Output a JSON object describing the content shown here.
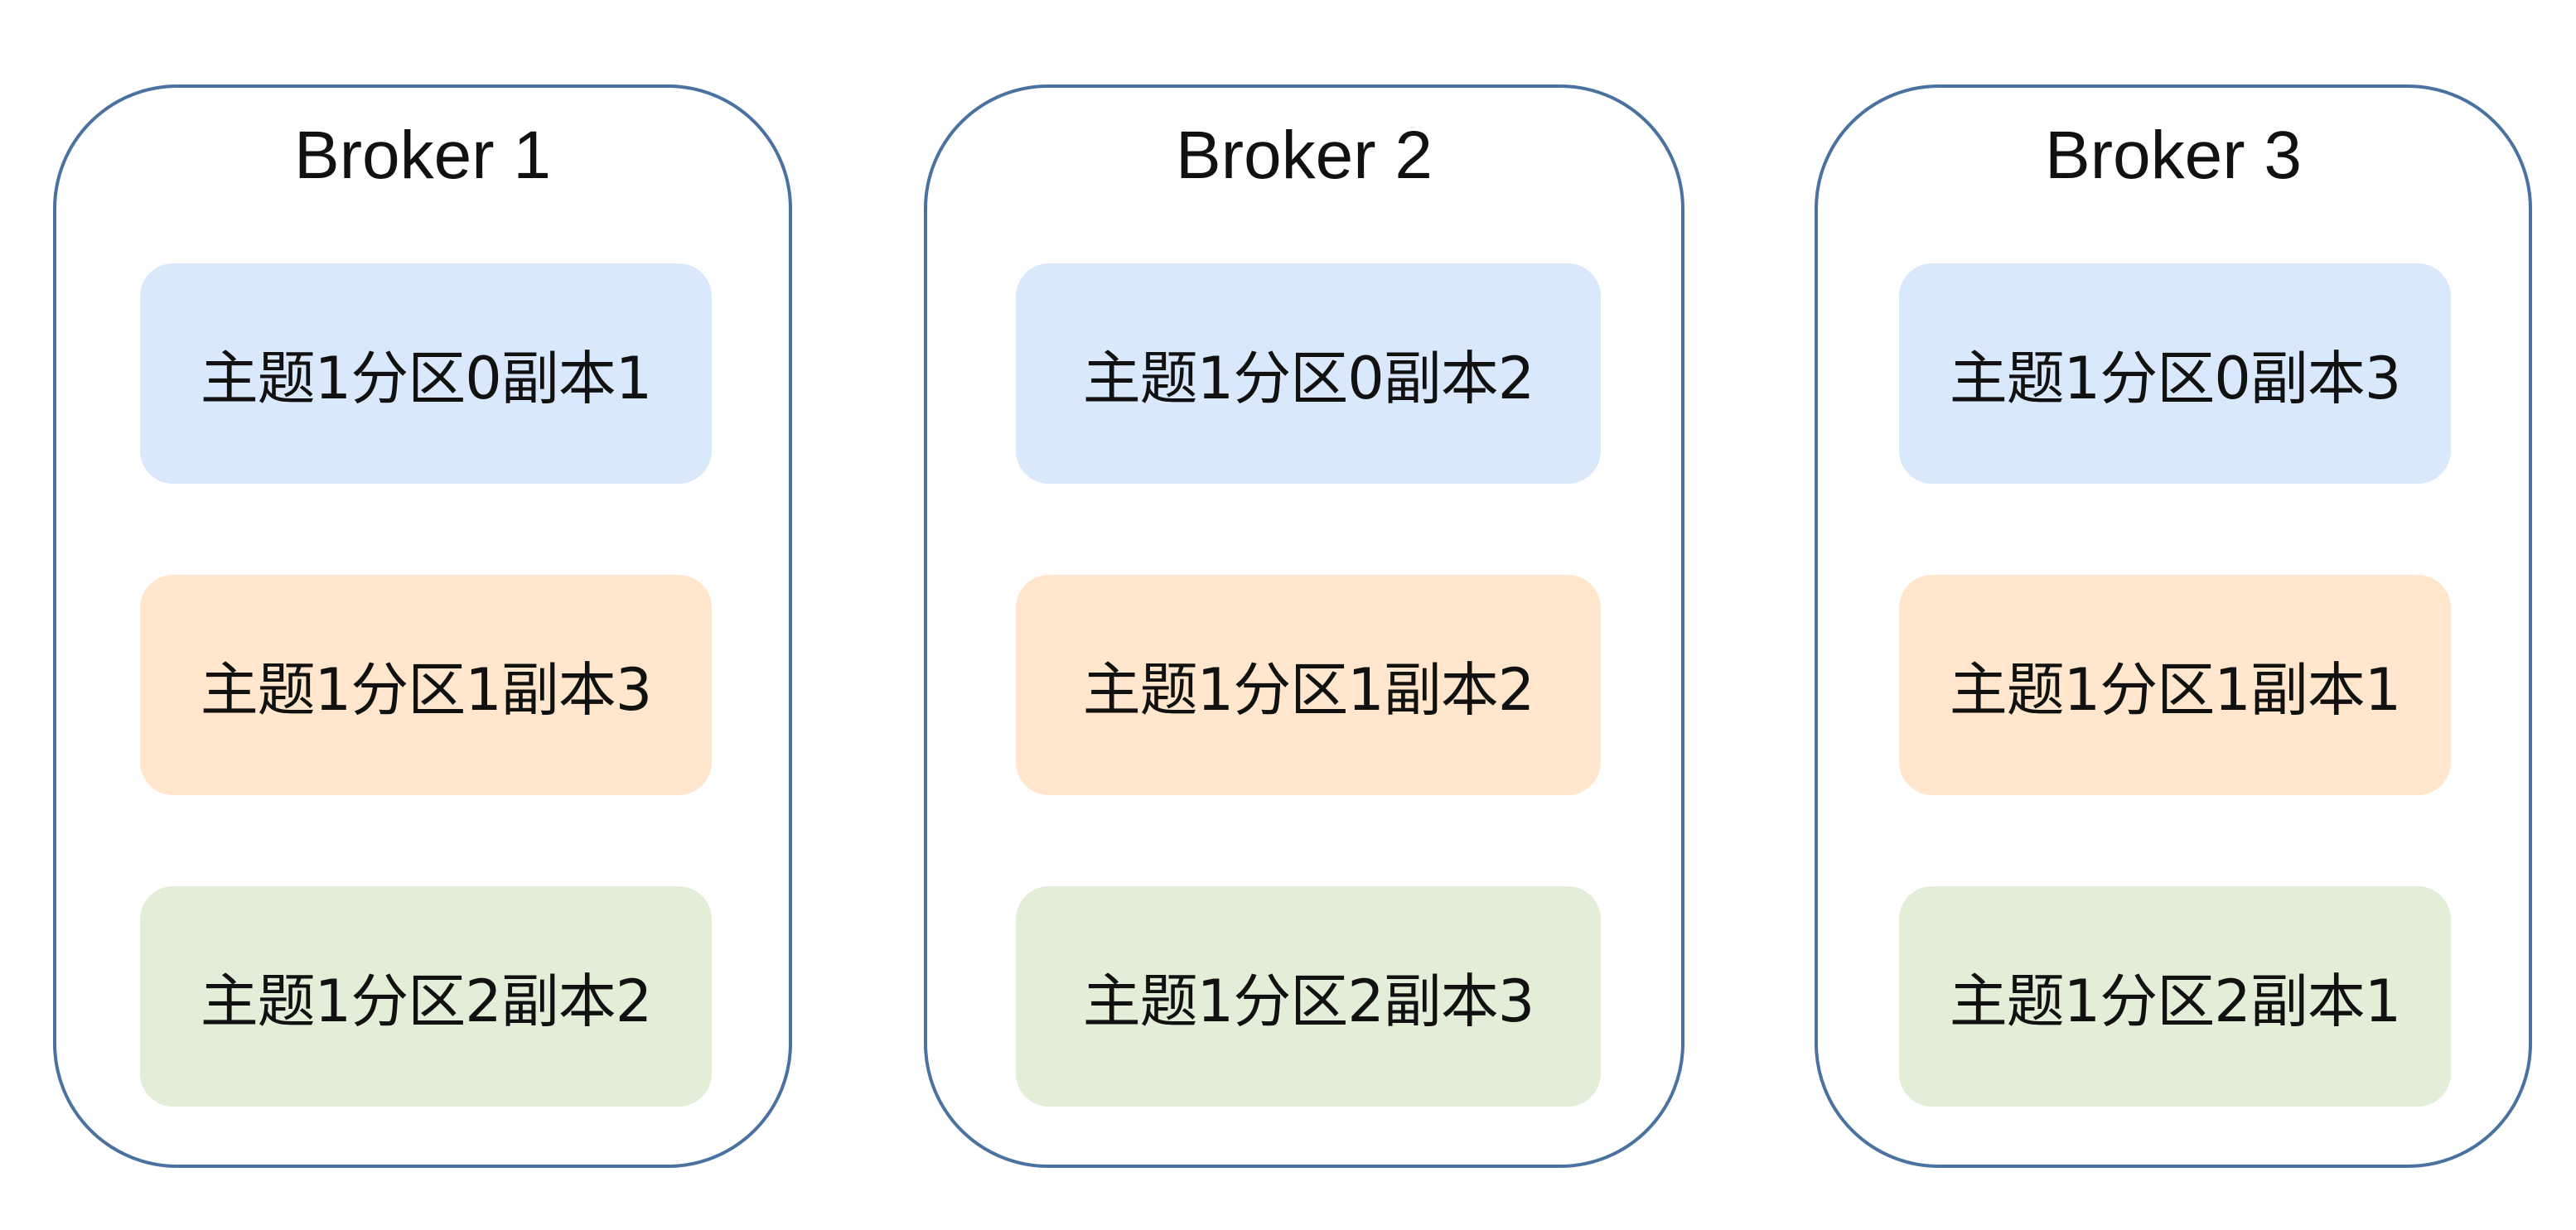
{
  "colors": {
    "broker_border": "#4a72a0",
    "partition_0": "#dae8fc",
    "partition_1": "#ffe6cc",
    "partition_2": "#e2eed8"
  },
  "brokers": [
    {
      "title": "Broker 1",
      "replicas": [
        "主题1分区0副本1",
        "主题1分区1副本3",
        "主题1分区2副本2"
      ]
    },
    {
      "title": "Broker 2",
      "replicas": [
        "主题1分区0副本2",
        "主题1分区1副本2",
        "主题1分区2副本3"
      ]
    },
    {
      "title": "Broker 3",
      "replicas": [
        "主题1分区0副本3",
        "主题1分区1副本1",
        "主题1分区2副本1"
      ]
    }
  ]
}
